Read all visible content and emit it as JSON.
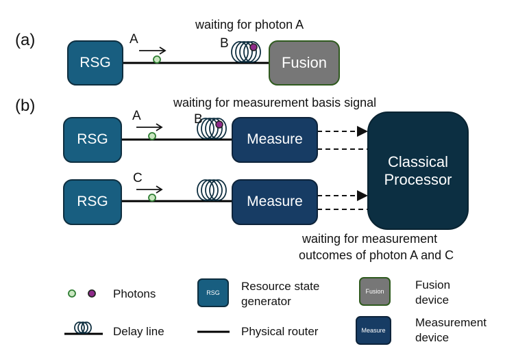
{
  "panel_a": {
    "label": "(a)",
    "note": "waiting for photon A",
    "rsg_label": "RSG",
    "fusion_label": "Fusion",
    "photon_a_label": "A",
    "photon_b_label": "B"
  },
  "panel_b": {
    "label": "(b)",
    "note_top": "waiting for measurement basis signal",
    "note_bottom_line1": "waiting for measurement",
    "note_bottom_line2": "outcomes of  photon A and C",
    "rsg_top_label": "RSG",
    "rsg_bottom_label": "RSG",
    "measure_top_label": "Measure",
    "measure_bottom_label": "Measure",
    "processor_line1": "Classical",
    "processor_line2": "Processor",
    "photon_a_label": "A",
    "photon_b_label": "B",
    "photon_c_label": "C"
  },
  "legend": {
    "photons": "Photons",
    "delay_line": "Delay line",
    "rsg_icon_label": "RSG",
    "rsg_line1": "Resource state",
    "rsg_line2": "generator",
    "physical_router": "Physical router",
    "fusion_icon_label": "Fusion",
    "fusion_line1": "Fusion",
    "fusion_line2": "device",
    "measure_icon_label": "Measure",
    "measure_line1": "Measurement",
    "measure_line2": "device"
  },
  "colors": {
    "rsg": "#185e80",
    "fusion": "#777777",
    "measure": "#173c64",
    "processor": "#0c2f42",
    "photon_green": "#c9e6c0",
    "photon_purple": "#8e2a8a",
    "delay_coil": "#0e2e3f"
  }
}
